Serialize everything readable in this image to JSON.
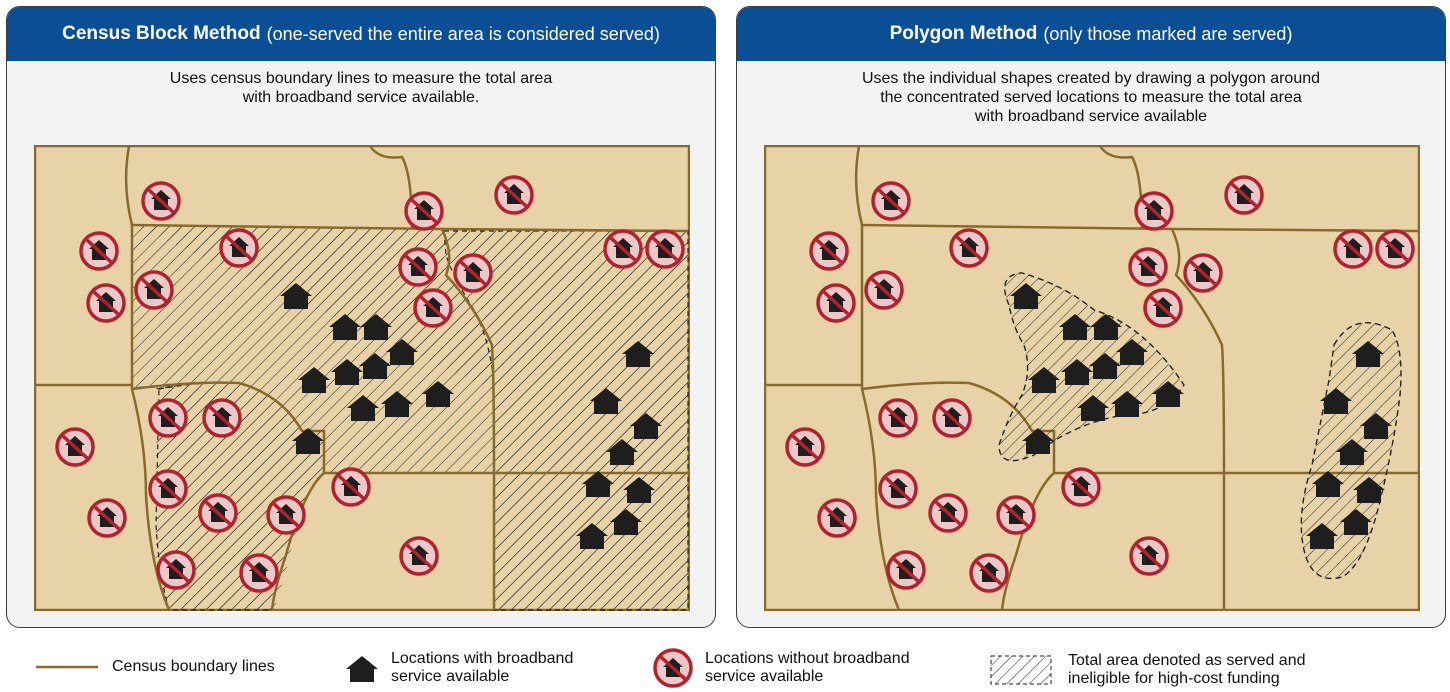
{
  "panels": {
    "left": {
      "title": "Census Block Method",
      "subtitle": "(one-served the entire area is considered served)",
      "description": [
        "Uses census boundary lines to measure the total area",
        "with broadband service available."
      ]
    },
    "right": {
      "title": "Polygon Method",
      "subtitle": "(only those marked are served)",
      "description": [
        "Uses the individual shapes created by drawing a polygon around",
        "the concentrated served locations to measure the total area",
        "with broadband service available"
      ]
    }
  },
  "legend": {
    "boundary": "Census boundary lines",
    "served": [
      "Locations with broadband",
      "service available"
    ],
    "unserved": [
      "Locations without broadband",
      "service available"
    ],
    "hatched": [
      "Total area denoted as served and",
      "ineligible for high-cost funding"
    ]
  },
  "colors": {
    "header": "#0a4f96",
    "land": "#e8d3a9",
    "boundary": "#8a6a2a",
    "served_house": "#1e1e1e",
    "unserved_ring": "#b3212f"
  }
}
